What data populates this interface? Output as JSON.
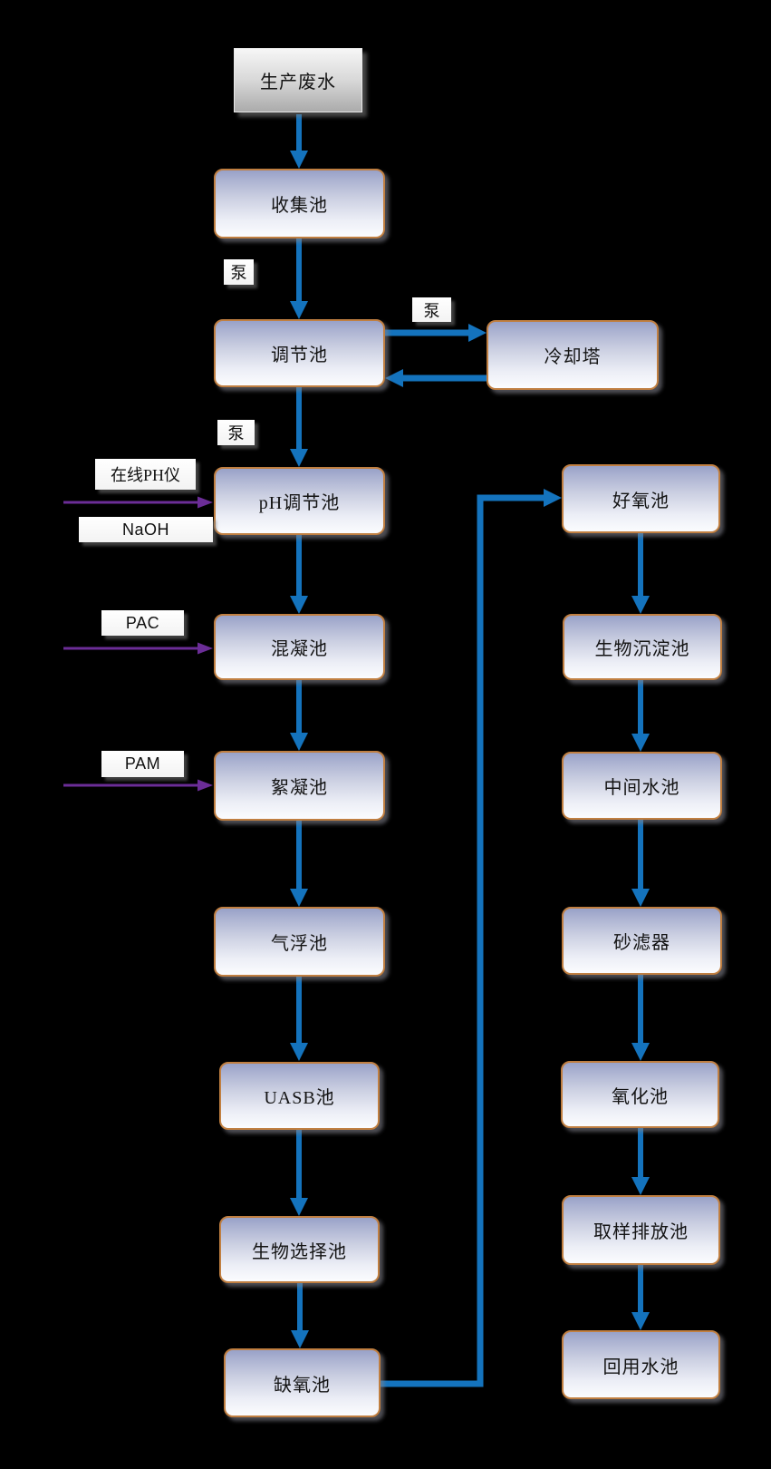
{
  "diagram": {
    "type": "flowchart",
    "background_color": "#000000",
    "colors": {
      "flow_arrow_blue": "#1473BD",
      "dosing_arrow_purple": "#6B2D97",
      "pool_border_orange": "#C07F41",
      "pool_gradient_top": "#98A1C8",
      "pool_gradient_bottom": "#FBFCFE",
      "source_box_gray": "#ABABAB",
      "label_box_white": "#FFFFFF"
    },
    "nodes": {
      "source": {
        "label": "生产废水"
      },
      "collect": {
        "label": "收集池"
      },
      "regulate": {
        "label": "调节池"
      },
      "cooling": {
        "label": "冷却塔"
      },
      "ph_adjust": {
        "label": "pH调节池"
      },
      "coagulation": {
        "label": "混凝池"
      },
      "flocculation": {
        "label": "絮凝池"
      },
      "air_flotation": {
        "label": "气浮池"
      },
      "uasb": {
        "label": "UASB池"
      },
      "bio_select": {
        "label": "生物选择池"
      },
      "anoxic": {
        "label": "缺氧池"
      },
      "aerobic": {
        "label": "好氧池"
      },
      "bio_sediment": {
        "label": "生物沉淀池"
      },
      "intermediate": {
        "label": "中间水池"
      },
      "sand_filter": {
        "label": "砂滤器"
      },
      "oxidation": {
        "label": "氧化池"
      },
      "sampling_discharge": {
        "label": "取样排放池"
      },
      "reuse": {
        "label": "回用水池"
      }
    },
    "tags": {
      "pump1": {
        "label": "泵"
      },
      "pump2": {
        "label": "泵"
      },
      "pump3": {
        "label": "泵"
      },
      "ph_meter": {
        "label": "在线PH仪"
      },
      "naoh": {
        "label": "NaOH"
      },
      "pac": {
        "label": "PAC"
      },
      "pam": {
        "label": "PAM"
      }
    },
    "edges": [
      {
        "from": "source",
        "to": "collect",
        "type": "flow"
      },
      {
        "from": "collect",
        "to": "regulate",
        "type": "flow",
        "tag": "泵"
      },
      {
        "from": "regulate",
        "to": "cooling",
        "type": "flow",
        "tag": "泵"
      },
      {
        "from": "cooling",
        "to": "regulate",
        "type": "flow"
      },
      {
        "from": "regulate",
        "to": "ph_adjust",
        "type": "flow",
        "tag": "泵"
      },
      {
        "into": "ph_adjust",
        "type": "dosing",
        "tags": [
          "在线PH仪",
          "NaOH"
        ]
      },
      {
        "from": "ph_adjust",
        "to": "coagulation",
        "type": "flow"
      },
      {
        "into": "coagulation",
        "type": "dosing",
        "tags": [
          "PAC"
        ]
      },
      {
        "from": "coagulation",
        "to": "flocculation",
        "type": "flow"
      },
      {
        "into": "flocculation",
        "type": "dosing",
        "tags": [
          "PAM"
        ]
      },
      {
        "from": "flocculation",
        "to": "air_flotation",
        "type": "flow"
      },
      {
        "from": "air_flotation",
        "to": "uasb",
        "type": "flow"
      },
      {
        "from": "uasb",
        "to": "bio_select",
        "type": "flow"
      },
      {
        "from": "bio_select",
        "to": "anoxic",
        "type": "flow"
      },
      {
        "from": "anoxic",
        "to": "aerobic",
        "type": "flow"
      },
      {
        "from": "aerobic",
        "to": "bio_sediment",
        "type": "flow"
      },
      {
        "from": "bio_sediment",
        "to": "intermediate",
        "type": "flow"
      },
      {
        "from": "intermediate",
        "to": "sand_filter",
        "type": "flow"
      },
      {
        "from": "sand_filter",
        "to": "oxidation",
        "type": "flow"
      },
      {
        "from": "oxidation",
        "to": "sampling_discharge",
        "type": "flow"
      },
      {
        "from": "sampling_discharge",
        "to": "reuse",
        "type": "flow"
      }
    ]
  }
}
